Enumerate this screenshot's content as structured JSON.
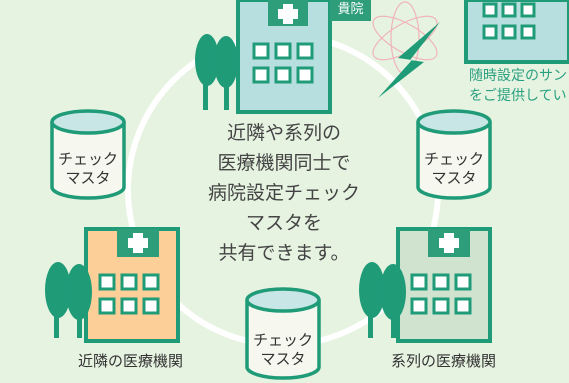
{
  "center_text": [
    "近隣や系列の",
    "医療機関同士で",
    "病院設定チェック",
    "マスタを",
    "共有できます。"
  ],
  "db_labels": {
    "left": [
      "チェック",
      "マスタ"
    ],
    "right": [
      "チェック",
      "マスタ"
    ],
    "bottom": [
      "チェック",
      "マスタ"
    ]
  },
  "labels": {
    "own_hospital": "貴院",
    "nearby": "近隣の医療機関",
    "affiliated": "系列の医療機関",
    "sample": [
      "随時設定のサン",
      "をご提供してい"
    ]
  },
  "colors": {
    "background": "#e6f3e1",
    "accent": "#2e9e7a",
    "teal_tree": "#1f9b78",
    "nearby_building": "#fbcf97",
    "affiliated_building": "#cfe3cf",
    "own_building": "#b7dfe0"
  }
}
